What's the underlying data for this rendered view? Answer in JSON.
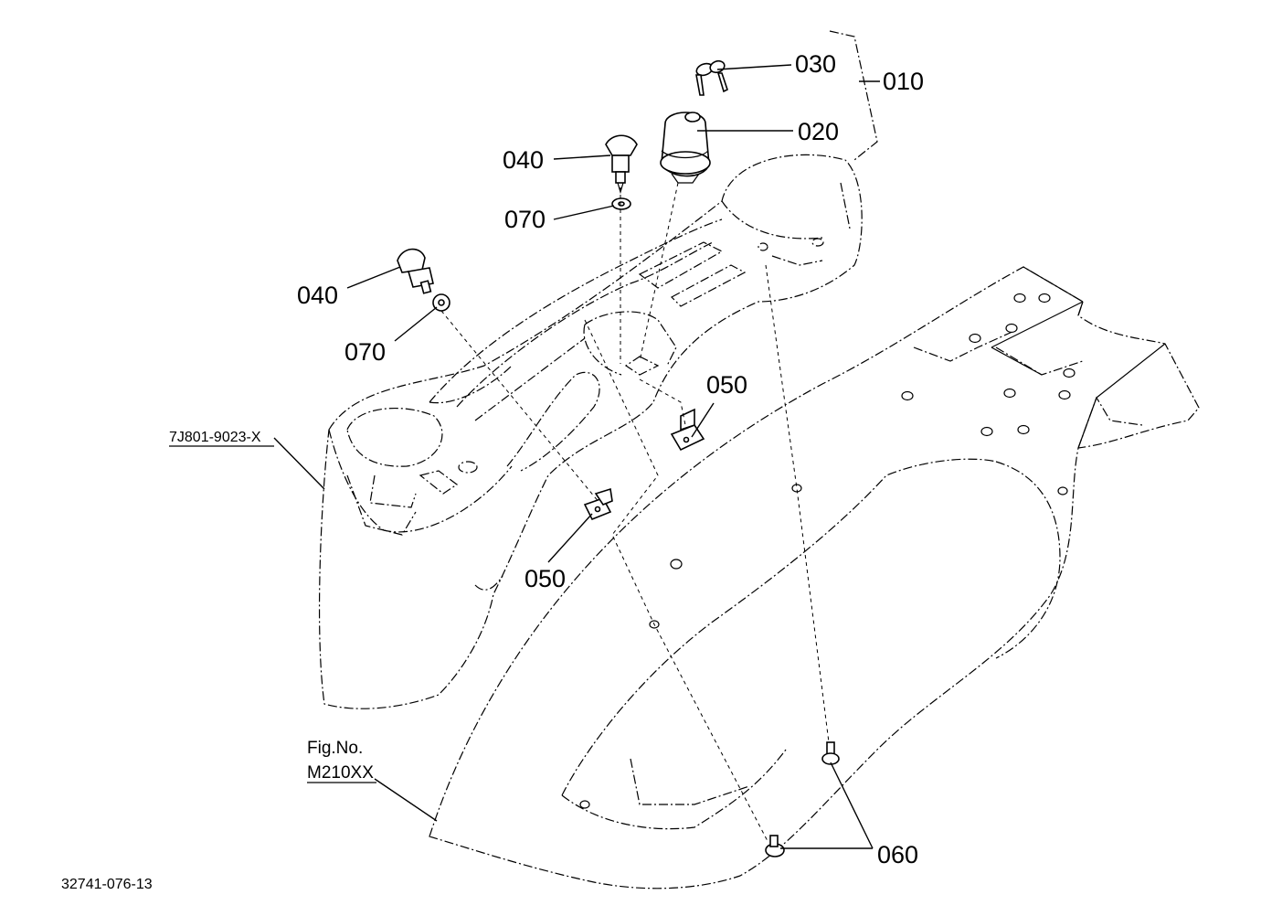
{
  "callouts": {
    "c010": "010",
    "c020": "020",
    "c030": "030",
    "c040a": "040",
    "c040b": "040",
    "c050a": "050",
    "c050b": "050",
    "c060": "060",
    "c070a": "070",
    "c070b": "070"
  },
  "references": {
    "panel_part_no": "7J801-9023-X",
    "fig_label": "Fig.No.",
    "fig_no": "M210XX"
  },
  "footer": {
    "drawing_no": "32741-076-13"
  }
}
